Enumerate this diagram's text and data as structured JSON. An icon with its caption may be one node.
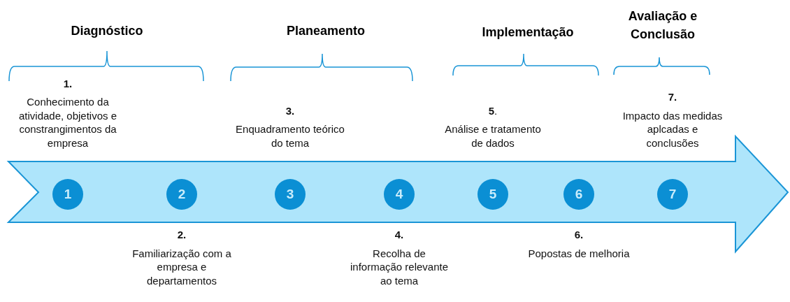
{
  "diagram": {
    "nodes": [
      {
        "text": [
          "1"
        ],
        "beside": [
          "1.",
          "Conhecimento da atividade, objetivos e constrangimentos da empresa"
        ]
      },
      {
        "text": [
          "2"
        ],
        "beside": [
          "2.",
          "Familiarização com a empresa e departamentos"
        ]
      },
      {
        "text": [
          "3"
        ],
        "beside": [
          "3.",
          "Enquadramento teórico do tema"
        ]
      },
      {
        "text": [
          "4"
        ],
        "beside": [
          "4.",
          "Recolha de informação relevante ao tema"
        ]
      },
      {
        "text": [
          "5"
        ],
        "beside": [
          "**5**.",
          "Análise e tratamento de dados"
        ]
      },
      {
        "text": [
          "6"
        ],
        "beside": [
          "6.",
          "Popostas de melhoria"
        ]
      },
      {
        "text": [
          "7"
        ],
        "beside": [
          "7.",
          "Impacto das medidas aplcadas e conclusões"
        ]
      }
    ],
    "labels": [
      "Diagnóstico",
      "Planeamento",
      "Implementação",
      "Avaliação e Conclusão"
    ]
  }
}
